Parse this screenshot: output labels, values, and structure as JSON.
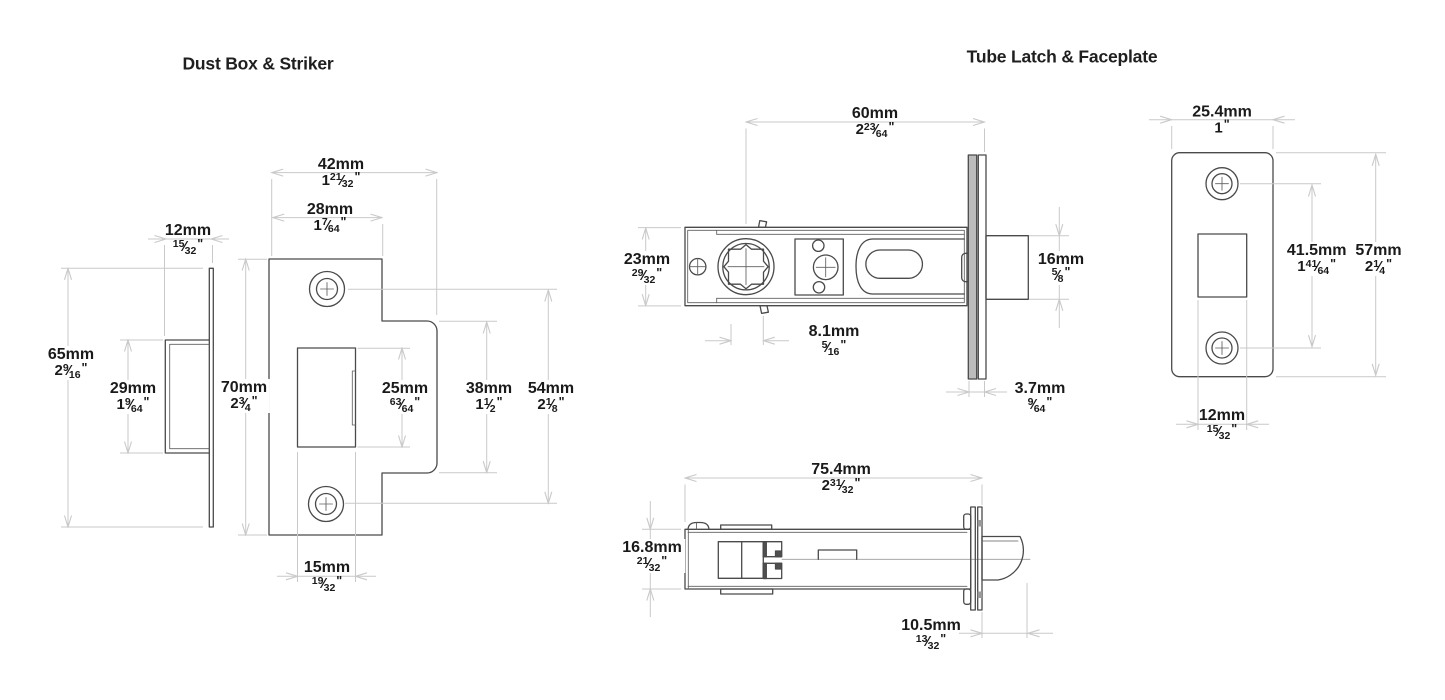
{
  "titles": {
    "left": "Dust Box & Striker",
    "right": "Tube Latch & Faceplate"
  },
  "glyphs": {
    "fraction_slash": "⁄",
    "inch_mark": "\""
  },
  "colors": {
    "outline": "#4a4a4a",
    "dimension_lines": "#c9c9c9",
    "text": "#1a1a1a",
    "faceplate_fill": "#bcbcbc"
  },
  "dims": {
    "d42": {
      "mm": "42mm",
      "whole": "1",
      "num": "21",
      "den": "32"
    },
    "d28": {
      "mm": "28mm",
      "whole": "1",
      "num": "7",
      "den": "64"
    },
    "d12a": {
      "mm": "12mm",
      "whole": "",
      "num": "15",
      "den": "32"
    },
    "d65": {
      "mm": "65mm",
      "whole": "2",
      "num": "9",
      "den": "16"
    },
    "d29": {
      "mm": "29mm",
      "whole": "1",
      "num": "9",
      "den": "64"
    },
    "d70": {
      "mm": "70mm",
      "whole": "2",
      "num": "3",
      "den": "4"
    },
    "d25": {
      "mm": "25mm",
      "whole": "",
      "num": "63",
      "den": "64"
    },
    "d38": {
      "mm": "38mm",
      "whole": "1",
      "num": "1",
      "den": "2"
    },
    "d54": {
      "mm": "54mm",
      "whole": "2",
      "num": "1",
      "den": "8"
    },
    "d15": {
      "mm": "15mm",
      "whole": "",
      "num": "19",
      "den": "32"
    },
    "d60": {
      "mm": "60mm",
      "whole": "2",
      "num": "23",
      "den": "64"
    },
    "d23": {
      "mm": "23mm",
      "whole": "",
      "num": "29",
      "den": "32"
    },
    "d16": {
      "mm": "16mm",
      "whole": "",
      "num": "5",
      "den": "8"
    },
    "d81": {
      "mm": "8.1mm",
      "whole": "",
      "num": "5",
      "den": "16"
    },
    "d37": {
      "mm": "3.7mm",
      "whole": "",
      "num": "9",
      "den": "64"
    },
    "d254": {
      "mm": "25.4mm",
      "whole": "1",
      "num": "",
      "den": ""
    },
    "d415": {
      "mm": "41.5mm",
      "whole": "1",
      "num": "41",
      "den": "64"
    },
    "d57": {
      "mm": "57mm",
      "whole": "2",
      "num": "1",
      "den": "4"
    },
    "d12b": {
      "mm": "12mm",
      "whole": "",
      "num": "15",
      "den": "32"
    },
    "d754": {
      "mm": "75.4mm",
      "whole": "2",
      "num": "31",
      "den": "32"
    },
    "d168": {
      "mm": "16.8mm",
      "whole": "",
      "num": "21",
      "den": "32"
    },
    "d105": {
      "mm": "10.5mm",
      "whole": "",
      "num": "13",
      "den": "32"
    }
  }
}
